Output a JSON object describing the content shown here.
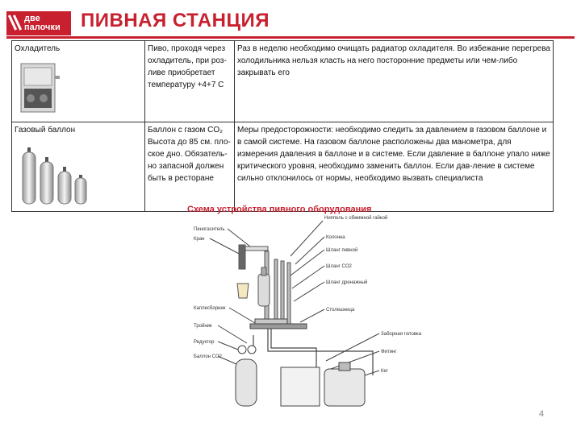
{
  "header": {
    "logo_line1": "две",
    "logo_line2": "палочки",
    "title": "ПИВНАЯ СТАНЦИЯ"
  },
  "table": {
    "rows": [
      {
        "name": "Охладитель",
        "desc": "Пиво, проходя через охладитель, при роз-ливе приобретает температуру +4+7 С",
        "note": "Раз в неделю необходимо очищать радиатор охладителя. Во избежание перегрева холодильника нельзя класть на него посторонние предметы или чем-либо закрывать его"
      },
      {
        "name": "Газовый баллон",
        "desc": "Баллон с газом CO₂ Высота до 85 см. пло-ское дно. Обязатель-но запасной должен быть в ресторане",
        "note": "Меры предосторожности: необходимо следить за давлением в газовом баллоне и в самой системе. На газовом баллоне расположены два манометра, для измерения давления в баллоне и в системе. Если давление в баллоне упало ниже критического уровня, необходимо заменить баллон. Если дав-ление в системе сильно отклонилось от нормы, необходимо вызвать специалиста"
      }
    ]
  },
  "schema": {
    "title": "Схема устройства пивного оборудования",
    "labels_left": [
      "Пеногаситель",
      "Кран",
      "Каплесборник",
      "Тройник",
      "Редуктор",
      "Баллон CO2"
    ],
    "labels_right": [
      "Ниппель с обжимной гайкой",
      "Колонна",
      "Шланг пивной",
      "Шланг CO2",
      "Шланг дренажный",
      "Столешница",
      "Заборная головка",
      "Фитинг",
      "Кег"
    ]
  },
  "page": {
    "number": "4"
  },
  "colors": {
    "accent": "#c8202f"
  }
}
